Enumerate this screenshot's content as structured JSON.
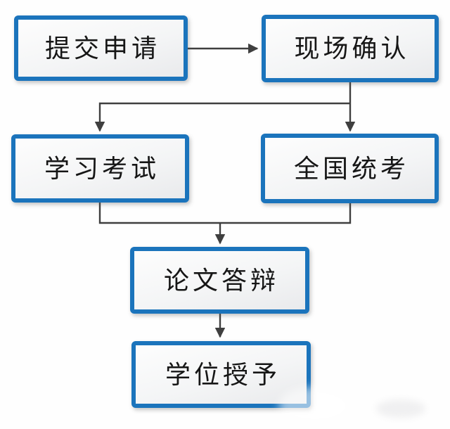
{
  "flowchart": {
    "title": "degree application process flowchart",
    "nodes": [
      {
        "id": "submit",
        "label": "提交申请"
      },
      {
        "id": "onsite",
        "label": "现场确认"
      },
      {
        "id": "study",
        "label": "学习考试"
      },
      {
        "id": "national",
        "label": "全国统考"
      },
      {
        "id": "defense",
        "label": "论文答辩"
      },
      {
        "id": "degree",
        "label": "学位授予"
      }
    ],
    "edges": [
      {
        "from": "submit",
        "to": "onsite"
      },
      {
        "from": "onsite",
        "to": "study"
      },
      {
        "from": "onsite",
        "to": "national"
      },
      {
        "from": "study",
        "to": "defense"
      },
      {
        "from": "national",
        "to": "defense"
      },
      {
        "from": "defense",
        "to": "degree"
      }
    ],
    "colors": {
      "box_border": "#1b74bc",
      "box_fill_top": "#fdfdfd",
      "box_fill_bottom": "#e9eaec",
      "connector": "#3f3f3f",
      "text": "#161616",
      "background": "#fefefe"
    }
  }
}
